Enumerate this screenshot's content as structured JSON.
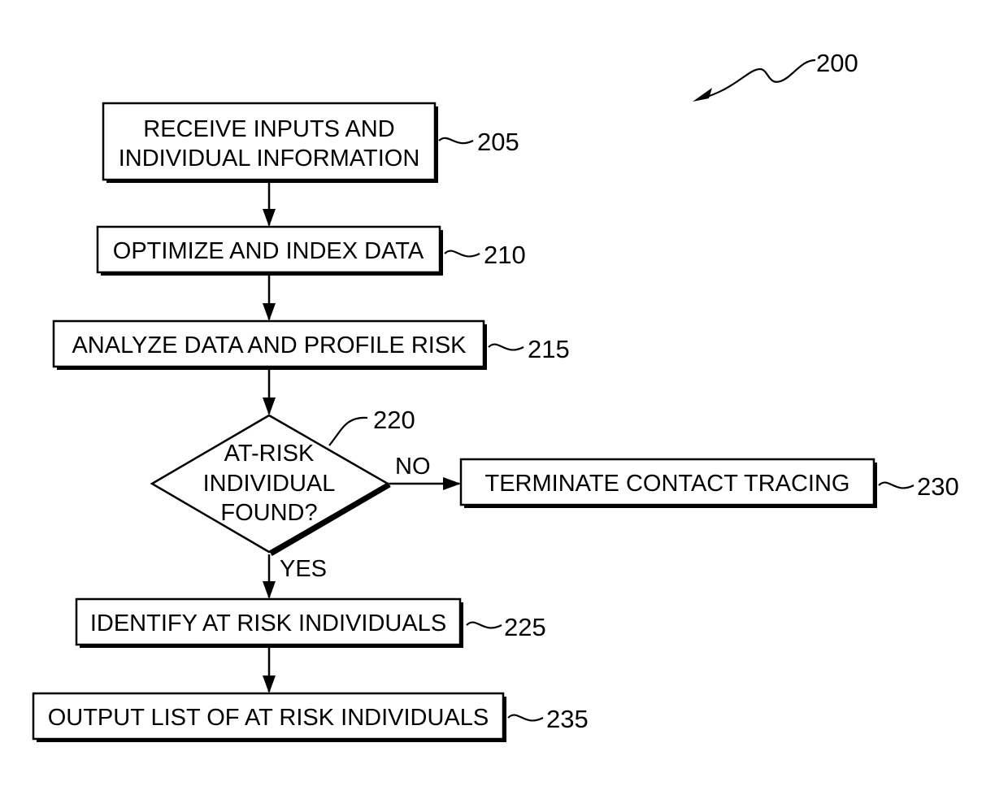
{
  "figure_ref": "200",
  "steps": {
    "receive": {
      "line1": "RECEIVE INPUTS AND",
      "line2": "INDIVIDUAL INFORMATION",
      "ref": "205"
    },
    "optimize": {
      "label": "OPTIMIZE AND INDEX DATA",
      "ref": "210"
    },
    "analyze": {
      "label": "ANALYZE DATA AND PROFILE RISK",
      "ref": "215"
    },
    "decision": {
      "line1": "AT-RISK",
      "line2": "INDIVIDUAL",
      "line3": "FOUND?",
      "ref": "220"
    },
    "identify": {
      "label": "IDENTIFY AT RISK INDIVIDUALS",
      "ref": "225"
    },
    "terminate": {
      "label": "TERMINATE CONTACT TRACING",
      "ref": "230"
    },
    "output": {
      "label": "OUTPUT LIST OF AT RISK INDIVIDUALS",
      "ref": "235"
    }
  },
  "branches": {
    "no": "NO",
    "yes": "YES"
  }
}
